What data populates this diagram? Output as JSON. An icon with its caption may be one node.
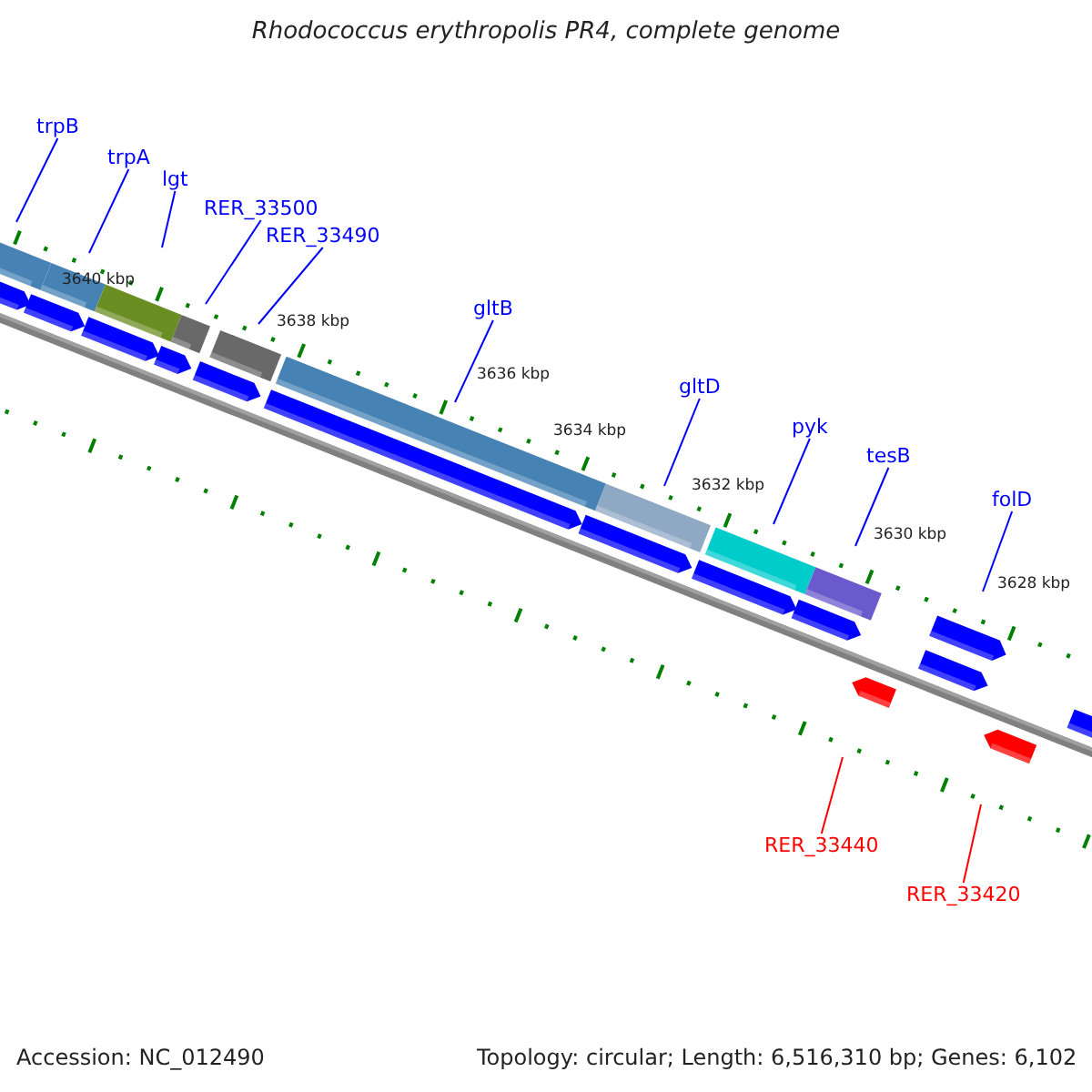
{
  "diagram": {
    "title": "Rhodococcus erythropolis PR4, complete genome",
    "nodes": [
      {
        "text": [
          "trpB"
        ]
      },
      {
        "text": [
          "trpA"
        ]
      },
      {
        "text": [
          "lgt"
        ]
      },
      {
        "text": [
          "RER_33500"
        ]
      },
      {
        "text": [
          "RER_33490"
        ]
      },
      {
        "text": [
          "gltB"
        ]
      },
      {
        "text": [
          "gltD"
        ]
      },
      {
        "text": [
          "pyk"
        ]
      },
      {
        "text": [
          "tesB"
        ]
      },
      {
        "text": [
          "folD"
        ]
      },
      {
        "text": [
          "RER_33440"
        ]
      },
      {
        "text": [
          "RER_33420"
        ]
      }
    ],
    "edges": [
      {
        "from": 0,
        "to": null,
        "arrow": "none"
      },
      {
        "from": 1,
        "to": null,
        "arrow": "none"
      },
      {
        "from": 2,
        "to": null,
        "arrow": "none"
      },
      {
        "from": 3,
        "to": null,
        "arrow": "none"
      },
      {
        "from": 4,
        "to": null,
        "arrow": "none"
      },
      {
        "from": 5,
        "to": null,
        "arrow": "none"
      },
      {
        "from": 6,
        "to": null,
        "arrow": "none"
      },
      {
        "from": 7,
        "to": null,
        "arrow": "none"
      },
      {
        "from": 8,
        "to": null,
        "arrow": "none"
      },
      {
        "from": 9,
        "to": null,
        "arrow": "none"
      },
      {
        "from": 10,
        "to": null,
        "arrow": "none",
        "color": "#ff0000"
      },
      {
        "from": 11,
        "to": null,
        "arrow": "none",
        "color": "#ff0000"
      }
    ],
    "labels": [
      "3640 kbp",
      "3638 kbp",
      "3636 kbp",
      "3634 kbp",
      "3632 kbp",
      "3630 kbp",
      "3628 kbp",
      "Accession: NC_012490",
      "Topology: circular; Length: 6,516,310 bp; Genes: 6,102"
    ]
  }
}
